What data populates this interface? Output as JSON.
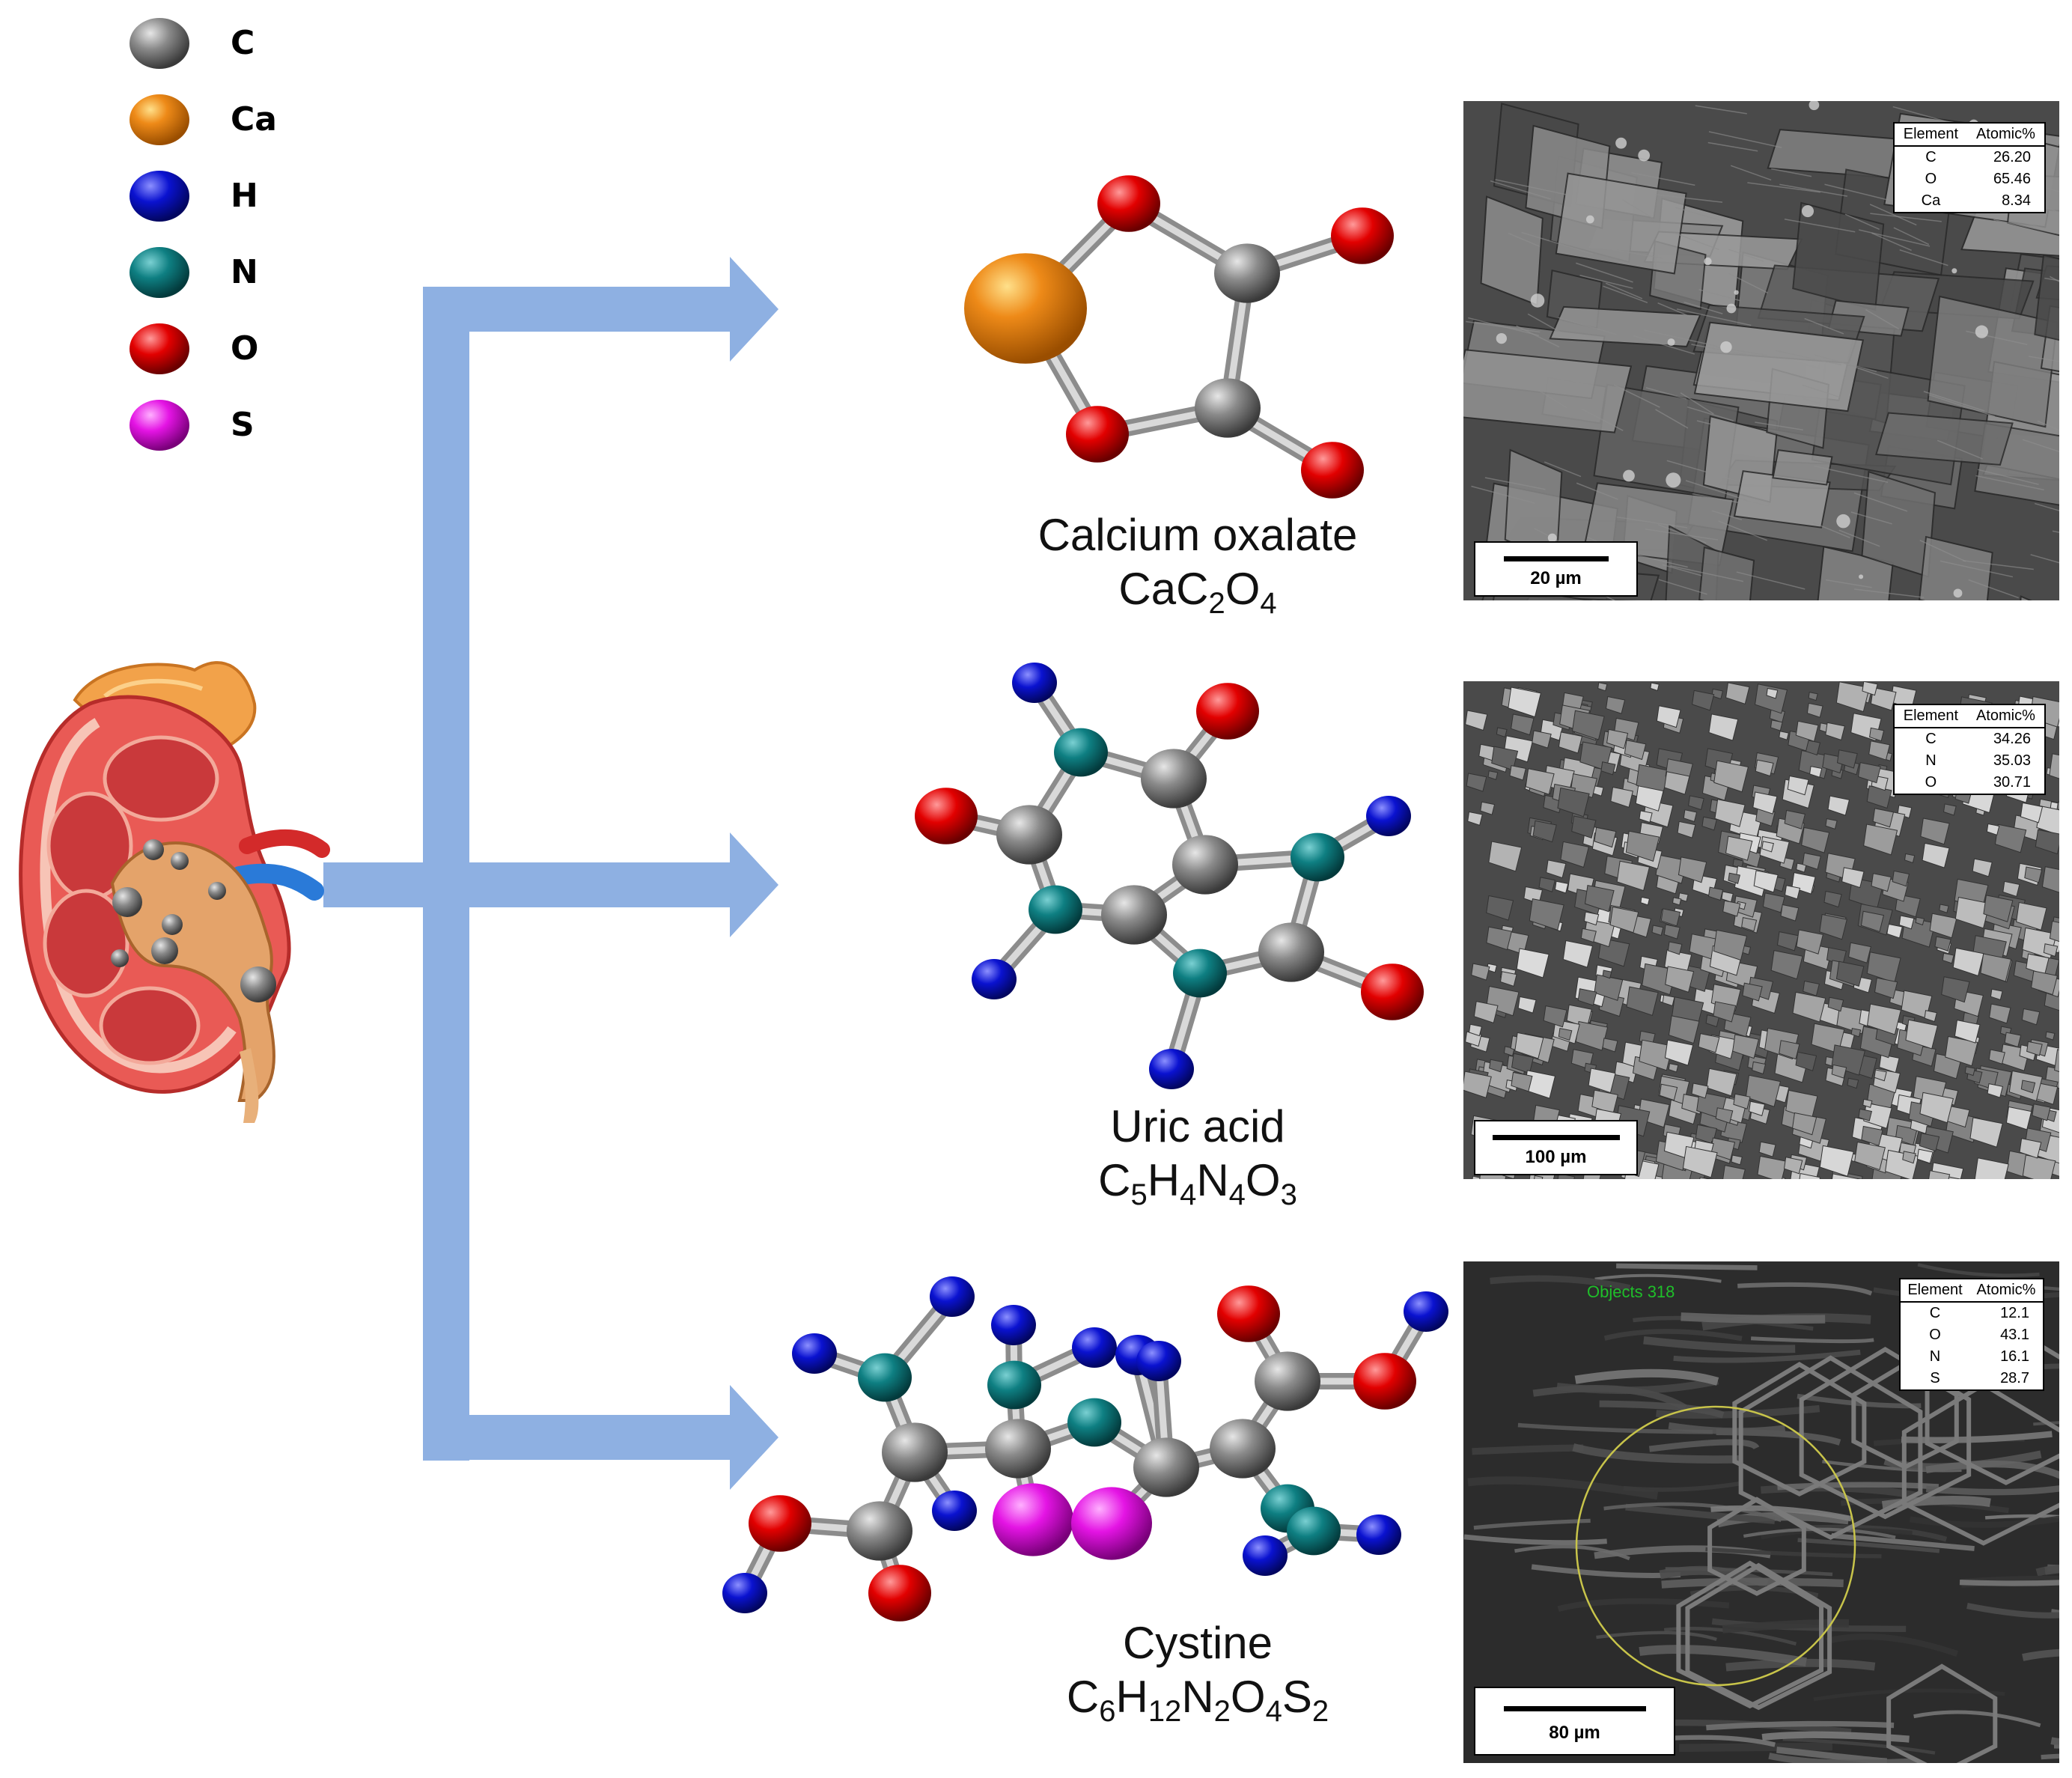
{
  "legend": [
    {
      "symbol": "C",
      "color": "#7a7a7a"
    },
    {
      "symbol": "Ca",
      "color": "#e8861a"
    },
    {
      "symbol": "H",
      "color": "#0a10c8"
    },
    {
      "symbol": "N",
      "color": "#0e7e80"
    },
    {
      "symbol": "O",
      "color": "#e00000"
    },
    {
      "symbol": "S",
      "color": "#e010e0"
    }
  ],
  "arrow_color": "#8eb0e2",
  "stones": [
    {
      "name": "Calcium oxalate",
      "formula": [
        [
          "Ca",
          ""
        ],
        [
          "C",
          "2"
        ],
        [
          "O",
          "4"
        ]
      ],
      "eds": {
        "header": [
          "Element",
          "Atomic%"
        ],
        "rows": [
          [
            "C",
            "26.20"
          ],
          [
            "O",
            "65.46"
          ],
          [
            "Ca",
            "8.34"
          ]
        ]
      },
      "scale": "20 µm"
    },
    {
      "name": "Uric acid",
      "formula": [
        [
          "C",
          "5"
        ],
        [
          "H",
          "4"
        ],
        [
          "N",
          "4"
        ],
        [
          "O",
          "3"
        ]
      ],
      "eds": {
        "header": [
          "Element",
          "Atomic%"
        ],
        "rows": [
          [
            "C",
            "34.26"
          ],
          [
            "N",
            "35.03"
          ],
          [
            "O",
            "30.71"
          ]
        ]
      },
      "scale": "100 µm"
    },
    {
      "name": "Cystine",
      "formula": [
        [
          "C",
          "6"
        ],
        [
          "H",
          "12"
        ],
        [
          "N",
          "2"
        ],
        [
          "O",
          "4"
        ],
        [
          "S",
          "2"
        ]
      ],
      "eds": {
        "header": [
          "Element",
          "Atomic%"
        ],
        "rows": [
          [
            "C",
            "12.1"
          ],
          [
            "O",
            "43.1"
          ],
          [
            "N",
            "16.1"
          ],
          [
            "S",
            "28.7"
          ]
        ]
      },
      "scale": "80 µm",
      "overlay": "Objects 318"
    }
  ]
}
